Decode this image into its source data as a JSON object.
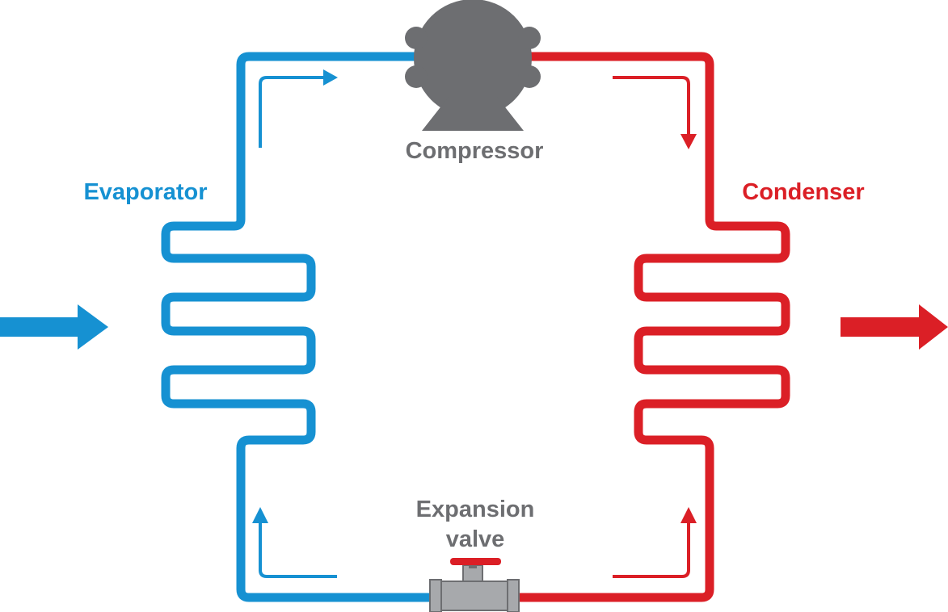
{
  "labels": {
    "evaporator": "Evaporator",
    "condenser": "Condenser",
    "compressor": "Compressor",
    "expansion_valve_line1": "Expansion",
    "expansion_valve_line2": "valve"
  },
  "colors": {
    "cold": "#1691d2",
    "hot": "#db1f26",
    "component": "#6d6e71",
    "pipe_fitting": "#a7a9ac",
    "background": "#ffffff"
  }
}
